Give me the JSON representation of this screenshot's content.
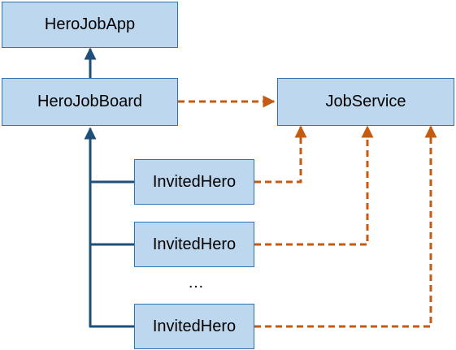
{
  "nodes": {
    "app": "HeroJobApp",
    "board": "HeroJobBoard",
    "service": "JobService",
    "hero1": "InvitedHero",
    "hero2": "InvitedHero",
    "hero3": "InvitedHero"
  },
  "ellipsis": "…",
  "colors": {
    "box_fill": "#bdd7ee",
    "box_border": "#2e75b6",
    "composition_line": "#1f4e79",
    "dependency_line": "#c55a11"
  }
}
